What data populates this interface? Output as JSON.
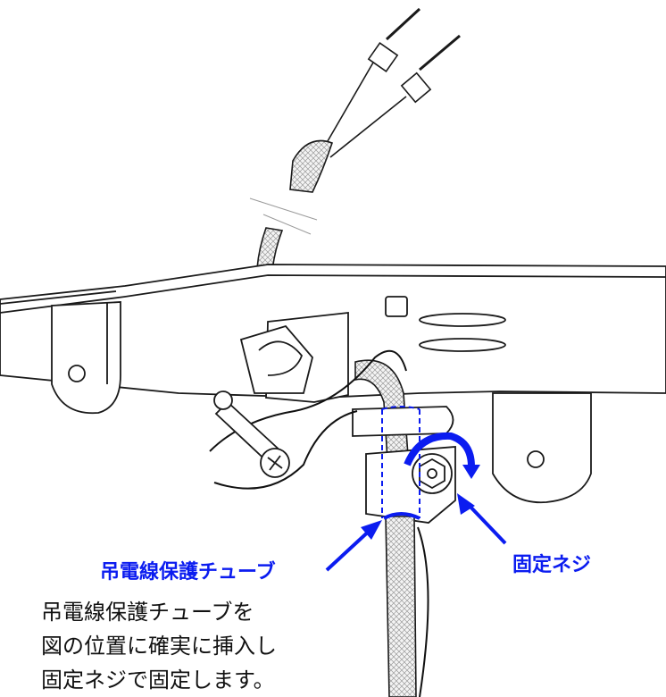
{
  "labels": {
    "tube": "吊電線保護チューブ",
    "screw": "固定ネジ"
  },
  "description": {
    "lines": [
      "吊電線保護チューブを",
      "図の位置に確実に挿入し",
      "固定ネジで固定します。"
    ]
  },
  "colors": {
    "accent": "#0b1cf0",
    "line": "#1a1a1a"
  }
}
